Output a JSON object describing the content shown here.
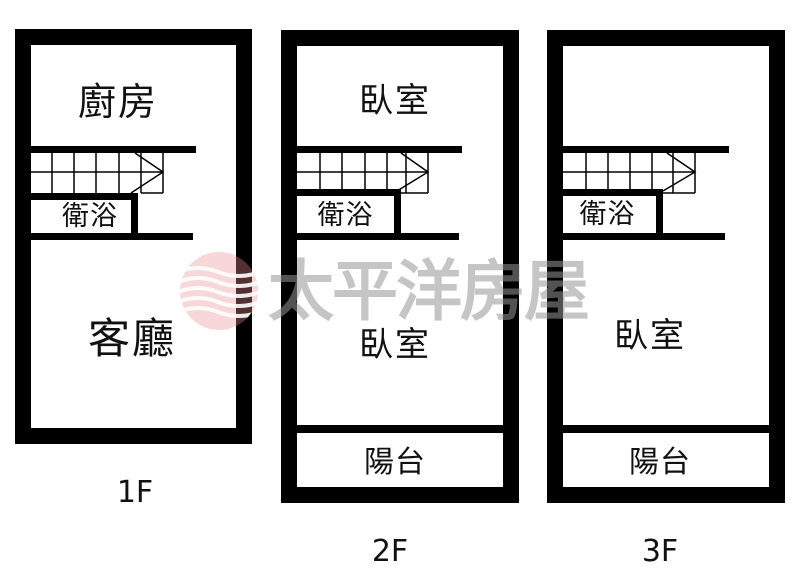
{
  "floors": [
    {
      "id": "1F",
      "floor_label": "1F",
      "rooms": {
        "top": "廚房",
        "bath": "衛浴",
        "main": "客廳"
      }
    },
    {
      "id": "2F",
      "floor_label": "2F",
      "rooms": {
        "top": "臥室",
        "bath": "衛浴",
        "main": "臥室",
        "balcony": "陽台"
      }
    },
    {
      "id": "3F",
      "floor_label": "3F",
      "rooms": {
        "top": "",
        "bath": "衛浴",
        "main": "臥室",
        "balcony": "陽台"
      }
    }
  ],
  "watermark": {
    "text": "太平洋房屋",
    "logo": "wave-sphere-logo",
    "logo_color": "#e8a0a0",
    "text_color": "#a0a0a0"
  },
  "colors": {
    "wall": "#000000",
    "background": "#ffffff",
    "text": "#111111"
  }
}
